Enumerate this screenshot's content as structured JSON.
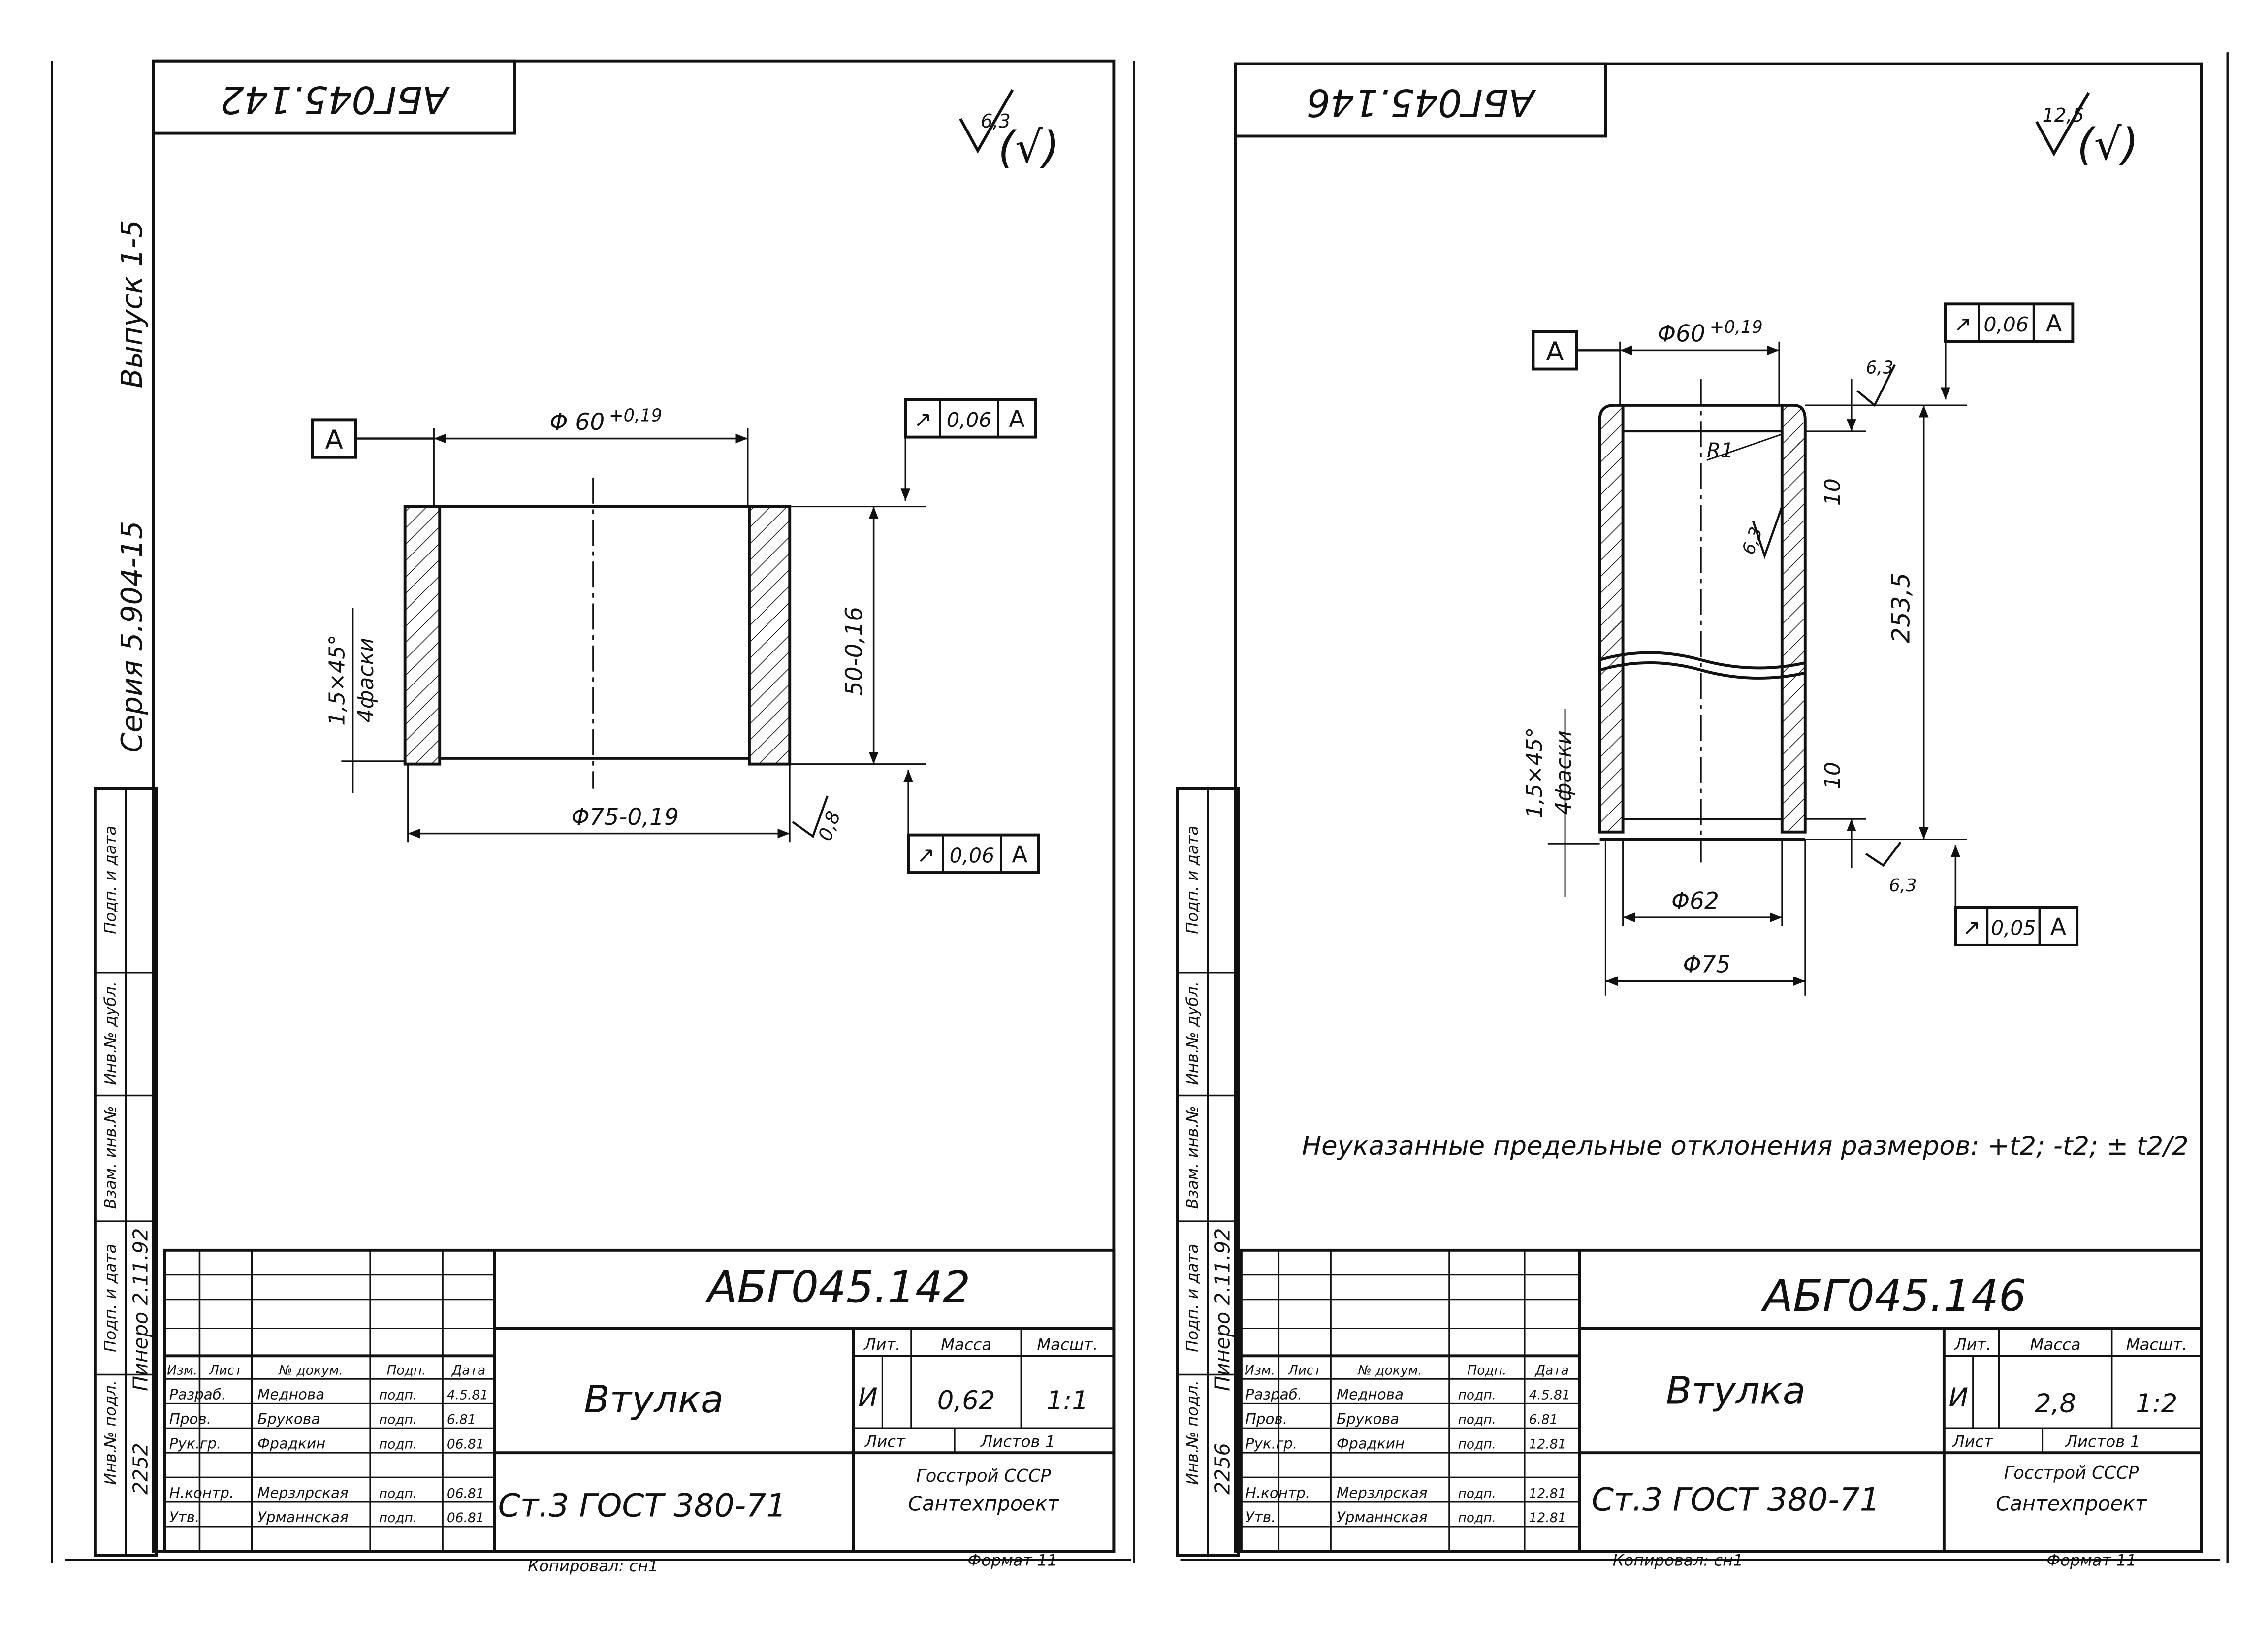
{
  "sheet_left": {
    "code_stamp": "АБГ045.142",
    "series": "Серия 5.904-15",
    "issue": "Выпуск 1-5",
    "roughness_general": "6,3",
    "datum": "A",
    "dim_inner": "Φ 60",
    "dim_inner_tol": "+0,19",
    "dim_outer": "Φ75-0,19",
    "dim_height": "50-0,16",
    "chamfer": "1,5×45°",
    "chamfer_note": "4фаски",
    "runout_top": {
      "sym": "↗",
      "val": "0,06",
      "datum": "A"
    },
    "runout_bottom": {
      "sym": "↗",
      "val": "0,06",
      "datum": "A"
    },
    "roughness_face": "0,8",
    "side_headers": [
      "Инв.№ подл.",
      "Подп. и дата",
      "Взам. инв.№",
      "Инв.№ дубл.",
      "Подп. и дата"
    ],
    "side_values": [
      "2252",
      "Пинеро 2.11.92"
    ],
    "title_block": {
      "code": "АБГ045.142",
      "name": "Втулка",
      "material": "Ст.3 ГОСТ 380-71",
      "lit_hdr": "Лит.",
      "mass_hdr": "Масса",
      "scale_hdr": "Масшт.",
      "lit": "И",
      "mass": "0,62",
      "scale": "1:1",
      "sheet": "Лист",
      "sheets": "Листов 1",
      "org": "Госстрой СССР",
      "org2": "Сантехпроект",
      "col_headers": [
        "Изм.",
        "Лист",
        "№ докум.",
        "Подп.",
        "Дата"
      ],
      "rows": [
        {
          "role": "Разраб.",
          "name": "Меднова",
          "sig": "подп.",
          "date": "4.5.81"
        },
        {
          "role": "Пров.",
          "name": "Брукова",
          "sig": "подп.",
          "date": "6.81"
        },
        {
          "role": "Рук.гр.",
          "name": "Фрадкин",
          "sig": "подп.",
          "date": "06.81"
        },
        {
          "role": "Н.контр.",
          "name": "Мерзлрская",
          "sig": "подп.",
          "date": "06.81"
        },
        {
          "role": "Утв.",
          "name": "Урманнская",
          "sig": "подп.",
          "date": "06.81"
        }
      ]
    },
    "footer_copy": "Копировал: сн1",
    "footer_format": "Формат 11"
  },
  "sheet_right": {
    "code_stamp": "АБГ045.146",
    "roughness_general": "12,5",
    "datum": "A",
    "dim_inner": "Φ60",
    "dim_inner_tol": "+0,19",
    "dim_62": "Φ62",
    "dim_75": "Φ75",
    "dim_length": "253,5",
    "dim_10_top": "10",
    "dim_10_bot": "10",
    "radius": "R1",
    "roughness_inner": "6,3",
    "roughness_top": "6,3",
    "roughness_bottom": "6,3",
    "chamfer": "1,5×45°",
    "chamfer_note": "4фаски",
    "runout_top": {
      "sym": "↗",
      "val": "0,06",
      "datum": "A"
    },
    "runout_bottom": {
      "sym": "↗",
      "val": "0,05",
      "datum": "A"
    },
    "note": "Неуказанные предельные отклонения размеров: +t2; -t2; ± t2/2",
    "side_headers": [
      "Инв.№ подл.",
      "Подп. и дата",
      "Взам. инв.№",
      "Инв.№ дубл.",
      "Подп. и дата"
    ],
    "side_values": [
      "2256",
      "Пинеро 2.11.92"
    ],
    "title_block": {
      "code": "АБГ045.146",
      "name": "Втулка",
      "material": "Ст.3 ГОСТ 380-71",
      "lit_hdr": "Лит.",
      "mass_hdr": "Масса",
      "scale_hdr": "Масшт.",
      "lit": "И",
      "mass": "2,8",
      "scale": "1:2",
      "sheet": "Лист",
      "sheets": "Листов 1",
      "org": "Госстрой СССР",
      "org2": "Сантехпроект",
      "col_headers": [
        "Изм.",
        "Лист",
        "№ докум.",
        "Подп.",
        "Дата"
      ],
      "rows": [
        {
          "role": "Разраб.",
          "name": "Меднова",
          "sig": "подп.",
          "date": "4.5.81"
        },
        {
          "role": "Пров.",
          "name": "Брукова",
          "sig": "подп.",
          "date": "6.81"
        },
        {
          "role": "Рук.гр.",
          "name": "Фрадкин",
          "sig": "подп.",
          "date": "12.81"
        },
        {
          "role": "Н.контр.",
          "name": "Мерзлрская",
          "sig": "подп.",
          "date": "12.81"
        },
        {
          "role": "Утв.",
          "name": "Урманнская",
          "sig": "подп.",
          "date": "12.81"
        }
      ]
    },
    "footer_copy": "Копировал: сн1",
    "footer_format": "Формат 11"
  }
}
